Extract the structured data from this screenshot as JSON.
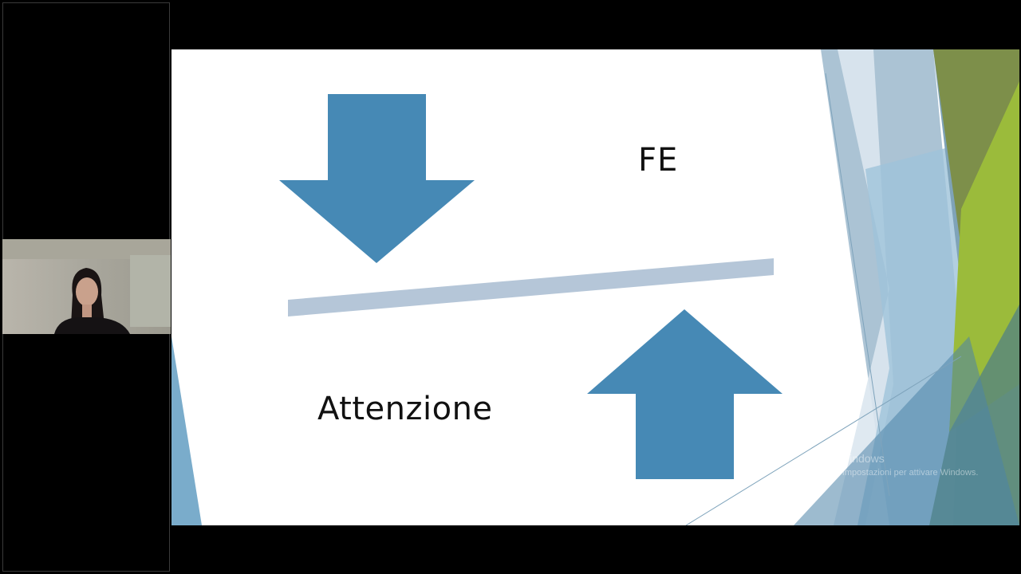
{
  "presenter": {
    "webcam": "presenter-webcam-feed"
  },
  "slide": {
    "label_top": "FE",
    "label_bottom": "Attenzione",
    "arrow_color": "#4689B5",
    "bar_color": "#B5C6D8",
    "accent_green": "#9BBB3B"
  },
  "watermark": {
    "title": "Attiva Windows",
    "subtitle": "Passa a Impostazioni per attivare Windows."
  }
}
